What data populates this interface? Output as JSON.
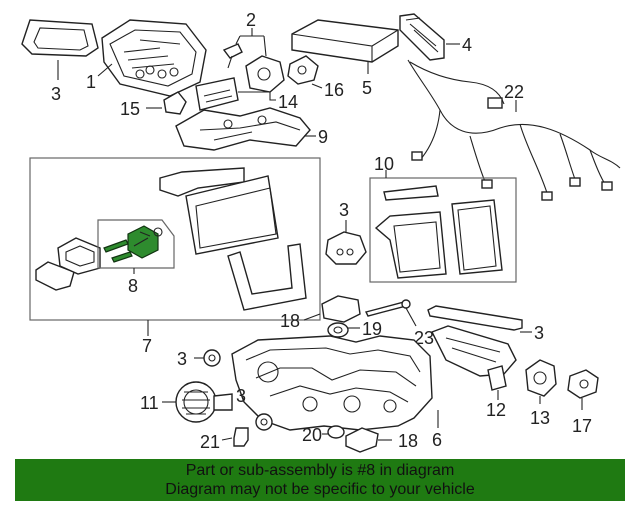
{
  "callouts": {
    "c1": "1",
    "c2": "2",
    "c3": "3",
    "c4": "4",
    "c5": "5",
    "c6": "6",
    "c7": "7",
    "c8": "8",
    "c9": "9",
    "c10": "10",
    "c11": "11",
    "c12": "12",
    "c13": "13",
    "c14": "14",
    "c15": "15",
    "c16": "16",
    "c17": "17",
    "c18": "18",
    "c19": "19",
    "c20": "20",
    "c21": "21",
    "c22": "22",
    "c23": "23"
  },
  "banner": {
    "line1": "Part or sub-assembly is #8 in diagram",
    "line2": "Diagram may not be specific to your vehicle",
    "color": "#1f7a12"
  },
  "highlight_color": "#2e8b2e"
}
